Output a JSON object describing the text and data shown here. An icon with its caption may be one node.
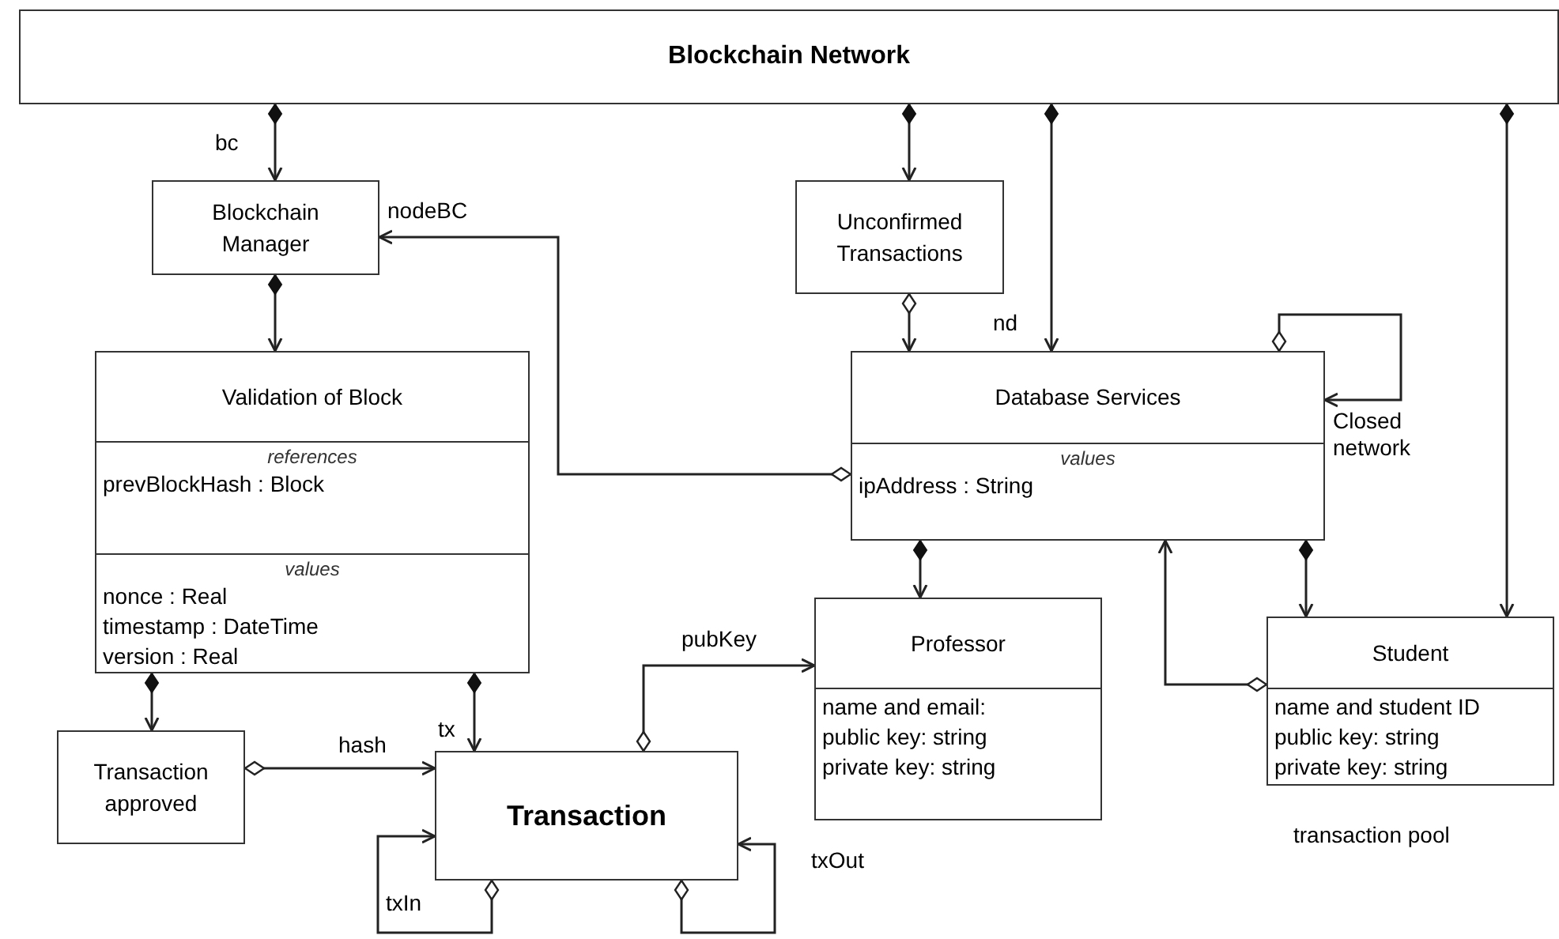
{
  "diagram": {
    "nodes": [
      {
        "text": [
          "Blockchain Network"
        ]
      },
      {
        "text": [
          "Blockchain Manager"
        ]
      },
      {
        "text": [
          "Validation of Block",
          "references",
          "prevBlockHash : Block",
          "values",
          "nonce : Real",
          "timestamp : DateTime",
          "version : Real"
        ]
      },
      {
        "text": [
          "Unconfirmed Transactions"
        ]
      },
      {
        "text": [
          "Database Services",
          "values",
          "ipAddress : String"
        ]
      },
      {
        "text": [
          "Professor",
          "name and email:",
          "public key: string",
          "private key: string"
        ]
      },
      {
        "text": [
          "Student",
          "name and student ID",
          "public key: string",
          "private key: string"
        ]
      },
      {
        "text": [
          "Transaction approved"
        ]
      },
      {
        "text": [
          "Transaction"
        ]
      }
    ],
    "edges": [
      {
        "from": 0,
        "to": 1,
        "arrow": "to",
        "label": "bc"
      },
      {
        "from": 1,
        "to": 2,
        "arrow": "to"
      },
      {
        "from": 0,
        "to": 3,
        "arrow": "to"
      },
      {
        "from": 3,
        "to": 4,
        "arrow": "to"
      },
      {
        "from": 0,
        "to": 4,
        "arrow": "to",
        "label": "nd"
      },
      {
        "from": 0,
        "to": 6,
        "arrow": "to"
      },
      {
        "from": 4,
        "to": 1,
        "arrow": "to",
        "label": "nodeBC"
      },
      {
        "from": 4,
        "to": 4,
        "arrow": "to",
        "label": "Closed network"
      },
      {
        "from": 4,
        "to": 5,
        "arrow": "to"
      },
      {
        "from": 4,
        "to": 6,
        "arrow": "to"
      },
      {
        "from": 6,
        "to": 4,
        "arrow": "to"
      },
      {
        "from": 2,
        "to": 7,
        "arrow": "to"
      },
      {
        "from": 2,
        "to": 8,
        "arrow": "to",
        "label": "tx"
      },
      {
        "from": 7,
        "to": 8,
        "arrow": "to",
        "label": "hash"
      },
      {
        "from": 8,
        "to": 5,
        "arrow": "to",
        "label": "pubKey"
      },
      {
        "from": 8,
        "to": 8,
        "arrow": "to",
        "label": "txIn"
      },
      {
        "from": 8,
        "to": 8,
        "arrow": "to",
        "label": "txOut"
      }
    ],
    "labels": [
      "transaction pool"
    ]
  }
}
